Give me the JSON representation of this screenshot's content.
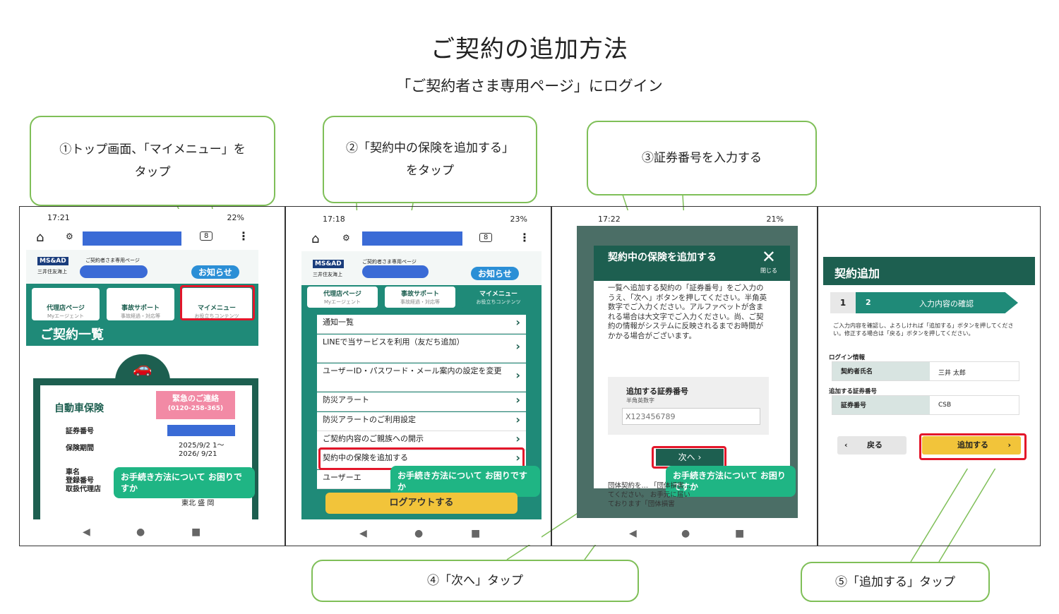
{
  "title": "ご契約の追加方法",
  "subtitle": "「ご契約者さま専用ページ」にログイン",
  "callouts": {
    "c1_line1": "①トップ画面、「マイメニュー」を",
    "c1_line2": "タップ",
    "c2_line1": "②「契約中の保険を追加する」",
    "c2_line2": "をタップ",
    "c3": "③証券番号を入力する",
    "c4": "④「次へ」タップ",
    "c5": "⑤「追加する」タップ"
  },
  "phone1": {
    "time": "17:21",
    "battery": "22%",
    "tab_count": "8",
    "brand": "MS&AD",
    "company": "三井住友海上",
    "site": "ご契約者さま専用ページ",
    "notice": "お知らせ",
    "tabs": [
      {
        "label": "代理店ページ",
        "sub": "Myエージェント"
      },
      {
        "label": "事故サポート",
        "sub": "事故経過・対応等"
      },
      {
        "label": "マイメニュー",
        "sub": "お役立ちコンテンツ"
      }
    ],
    "list_title": "ご契約一覧",
    "card_title": "自動車保険",
    "emergency": "緊急のご連絡",
    "emergency_tel": "(0120-258-365)",
    "rows": [
      {
        "k": "証券番号",
        "v": ""
      },
      {
        "k": "保険期間",
        "v": "2025/9/2 1〜2026/ 9/21"
      },
      {
        "k": "車名",
        "v": ""
      },
      {
        "k": "登録番号",
        "v": ""
      },
      {
        "k": "取扱代理店",
        "v": "東北 盛 岡"
      }
    ],
    "help": "お手続き方法について お困りですか"
  },
  "phone2": {
    "time": "17:18",
    "battery": "23%",
    "tab_count": "8",
    "brand": "MS&AD",
    "company": "三井住友海上",
    "site": "ご契約者さま専用ページ",
    "notice": "お知らせ",
    "tabs": [
      {
        "label": "代理店ページ",
        "sub": "Myエージェント"
      },
      {
        "label": "事故サポート",
        "sub": "事故経過・対応等"
      },
      {
        "label": "マイメニュー",
        "sub": "お役立ちコンテンツ"
      }
    ],
    "menu": [
      "通知一覧",
      "LINEで当サービスを利用（友だち追加）",
      "ユーザーID・パスワード・メール案内の設定を変更",
      "防災アラート",
      "防災アラートのご利用設定",
      "ご契約内容のご親族への開示",
      "契約中の保険を追加する",
      "ユーザーエ"
    ],
    "help": "お手続き方法について お困りですか",
    "logout": "ログアウトする"
  },
  "phone3": {
    "time": "17:22",
    "battery": "21%",
    "modal_title": "契約中の保険を追加する",
    "close": "閉じる",
    "body": "一覧へ追加する契約の「証券番号」をご入力のうえ、「次へ」ボタンを押してください。半角英数字でご入力ください。アルファベットが含まれる場合は大文字でご入力ください。尚、ご契約の情報がシステムに反映されるまでお時間がかかる場合がございます。",
    "field_label": "追加する証券番号",
    "field_sub": "半角英数字",
    "placeholder": "X123456789",
    "next": "次へ",
    "help": "お手続き方法について お困りですか",
    "footer": "団体契約を… 「団体損害… てください。 お手元に届いております「団体損害"
  },
  "phone4": {
    "header": "契約追加",
    "step1": "1",
    "step2": "2",
    "step_label": "入力内容の確認",
    "desc": "ご入力内容を確認し、よろしければ「追加する」ボタンを押してください。修正する場合は「戻る」ボタンを押してください。",
    "sec1": "ログイン情報",
    "k1": "契約者氏名",
    "v1": "三井 太郎",
    "sec2": "追加する証券番号",
    "k2": "証券番号",
    "v2": "CSB",
    "back": "戻る",
    "add": "追加する"
  }
}
